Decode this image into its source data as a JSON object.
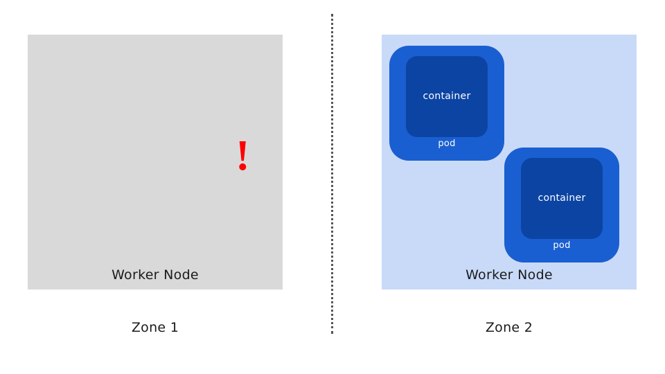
{
  "colors": {
    "node_failed_bg": "#d9d9d9",
    "node_healthy_bg": "#c9daf8",
    "pod_bg": "#1a5fd1",
    "container_bg": "#0c44a4",
    "alert": "#ff0000",
    "divider": "#555555"
  },
  "zones": [
    {
      "label": "Zone 1",
      "node": {
        "label": "Worker Node",
        "status_icon": "exclamation-icon",
        "alert_text": "!"
      }
    },
    {
      "label": "Zone 2",
      "node": {
        "label": "Worker Node",
        "pods": [
          {
            "label": "pod",
            "container_label": "container"
          },
          {
            "label": "pod",
            "container_label": "container"
          }
        ]
      }
    }
  ]
}
